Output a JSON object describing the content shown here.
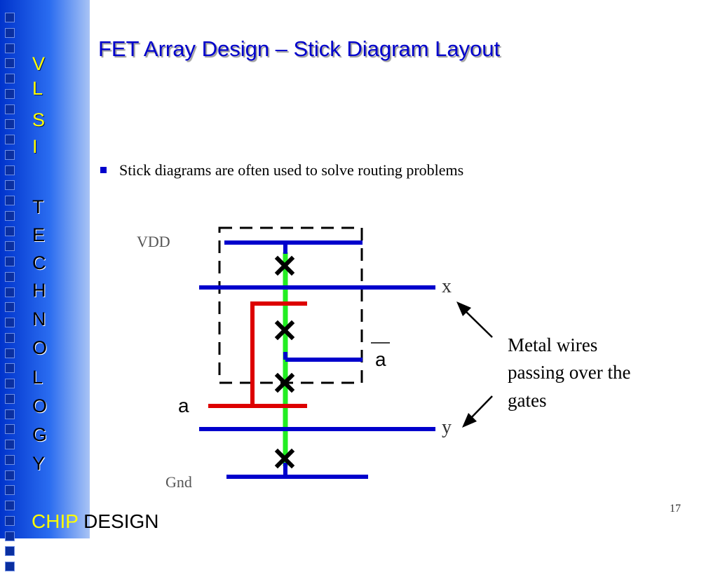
{
  "sidebar": {
    "vertical_word_1": [
      "V",
      "L",
      "S",
      "I"
    ],
    "vertical_word_2": [
      "T",
      "E",
      "C",
      "H",
      "N",
      "O",
      "L",
      "O",
      "G",
      "Y"
    ],
    "chip": "CHIP",
    "design": "DESIGN"
  },
  "slide": {
    "title": "FET Array Design – Stick Diagram Layout",
    "bullet": "Stick diagrams are often used to solve routing problems",
    "page_number": "17"
  },
  "diagram": {
    "vdd_label": "VDD",
    "gnd_label": "Gnd",
    "x_label": "x",
    "y_label": "y",
    "a_label": "a",
    "a_bar_label": "a",
    "note": [
      "Metal wires",
      "passing over the",
      "gates"
    ],
    "colors": {
      "metal": "#0000cc",
      "poly": "#dd0000",
      "diffusion": "#22ee22",
      "contact": "#000000"
    }
  }
}
